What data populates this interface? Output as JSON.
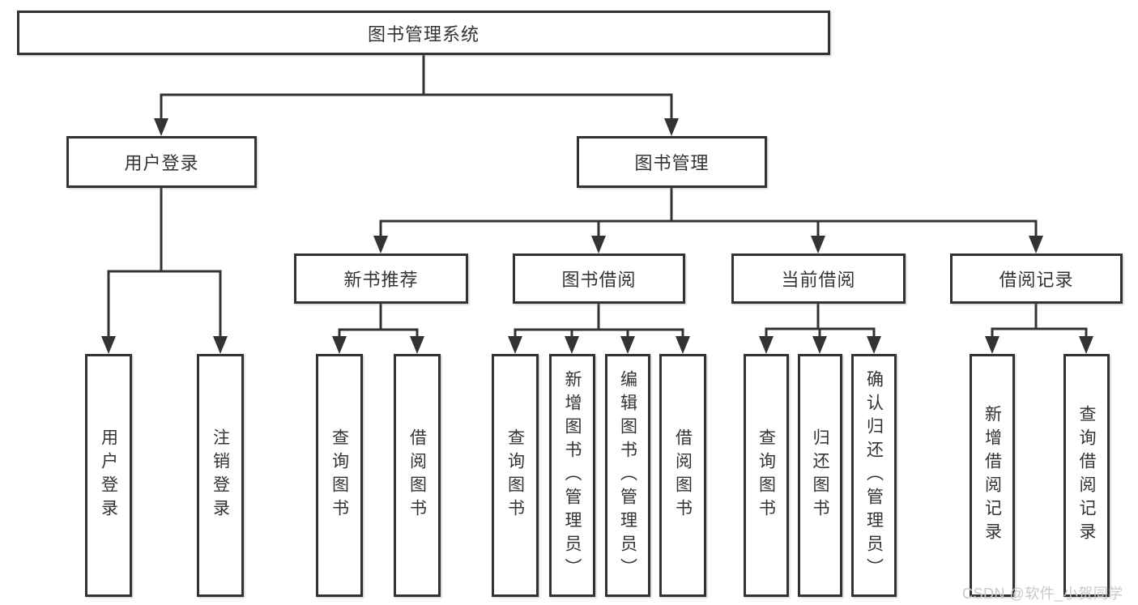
{
  "diagram": {
    "title_hint": "library-management-system-function-tree",
    "root": {
      "label": "图书管理系统"
    },
    "level2": [
      {
        "label": "用户登录"
      },
      {
        "label": "图书管理"
      }
    ],
    "level3": [
      {
        "label": "新书推荐"
      },
      {
        "label": "图书借阅"
      },
      {
        "label": "当前借阅"
      },
      {
        "label": "借阅记录"
      }
    ],
    "leaves": [
      {
        "label": "用户登录"
      },
      {
        "label": "注销登录"
      },
      {
        "label": "查询图书"
      },
      {
        "label": "借阅图书"
      },
      {
        "label": "查询图书"
      },
      {
        "label": "新增图书（管理员）"
      },
      {
        "label": "编辑图书（管理员）"
      },
      {
        "label": "借阅图书"
      },
      {
        "label": "查询图书"
      },
      {
        "label": "归还图书"
      },
      {
        "label": "确认归还（管理员）"
      },
      {
        "label": "新增借阅记录"
      },
      {
        "label": "查询借阅记录"
      }
    ]
  },
  "watermark": {
    "text": "CSDN @软件_小贺同学"
  },
  "colors": {
    "line": "#333333",
    "text": "#333333",
    "background": "#ffffff",
    "watermark": "#c9c9c9"
  }
}
